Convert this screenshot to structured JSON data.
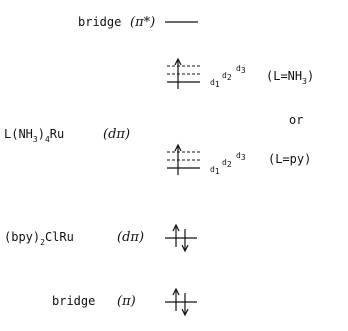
{
  "bridge_pi_star": {
    "label": "bridge",
    "orbital": "(π*)"
  },
  "ru_nh3": {
    "label": "L(NH",
    "sub3a": "3",
    "label2": ")",
    "sub4": "4",
    "label3": "Ru",
    "orbital": "(dπ)"
  },
  "levels_top": {
    "d1": "d",
    "s1": "1",
    "d2": "d",
    "s2": "2",
    "d3": "d",
    "s3": "3"
  },
  "levels_bottom": {
    "d1": "d",
    "s1": "1",
    "d2": "d",
    "s2": "2",
    "d3": "d",
    "s3": "3"
  },
  "ligand_cases": {
    "case1": "(L=NH",
    "case1_sub": "3",
    "case1_end": ")",
    "or": "or",
    "case2": "(L=py)"
  },
  "bpy_ru": {
    "label": "(bpy)",
    "sub2": "2",
    "label2": "ClRu",
    "orbital": "(dπ)"
  },
  "bridge_pi": {
    "label": "bridge",
    "orbital": "(π)"
  }
}
